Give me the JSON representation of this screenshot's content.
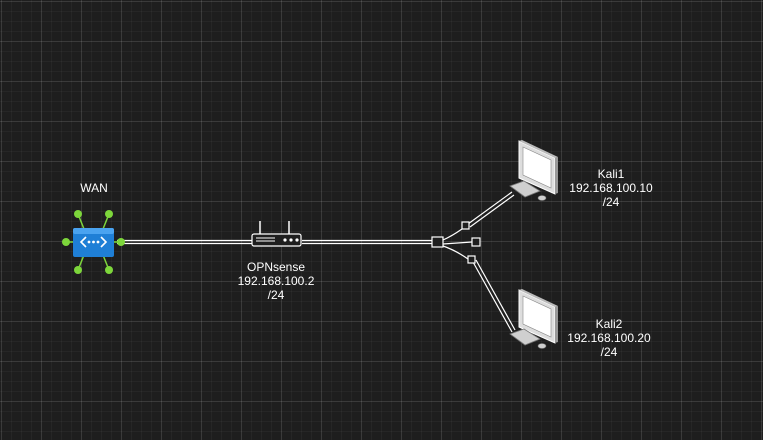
{
  "nodes": {
    "wan": {
      "name": "WAN"
    },
    "opnsense": {
      "name": "OPNsense",
      "ip": "192.168.100.2",
      "mask": "/24"
    },
    "kali1": {
      "name": "Kali1",
      "ip": "192.168.100.10",
      "mask": "/24"
    },
    "kali2": {
      "name": "Kali2",
      "ip": "192.168.100.20",
      "mask": "/24"
    }
  },
  "icons": {
    "wan": "virtual-network-gateway-icon",
    "router": "router-icon",
    "splitter": "network-splitter-icon",
    "workstation": "desktop-computer-icon"
  },
  "colors": {
    "background": "#1e1e1e",
    "gateway_blue": "#1f7fd6",
    "gateway_dots": "#7dd63b",
    "link": "#ffffff"
  }
}
